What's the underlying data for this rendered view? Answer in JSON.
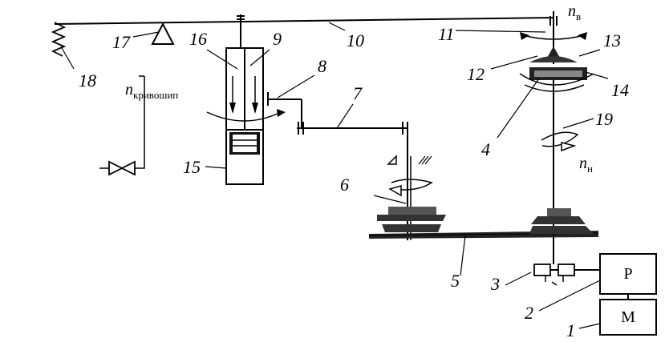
{
  "callouts": [
    "1",
    "2",
    "3",
    "4",
    "5",
    "6",
    "7",
    "8",
    "9",
    "10",
    "11",
    "12",
    "13",
    "14",
    "15",
    "16",
    "17",
    "18",
    "19"
  ],
  "symbols": {
    "n_v": {
      "main": "n",
      "sub": "в"
    },
    "n_crank": {
      "main": "n",
      "sub": "кривошип"
    },
    "n_n": {
      "main": "n",
      "sub": "н"
    }
  },
  "boxes": {
    "reducer": "P",
    "motor": "M"
  }
}
